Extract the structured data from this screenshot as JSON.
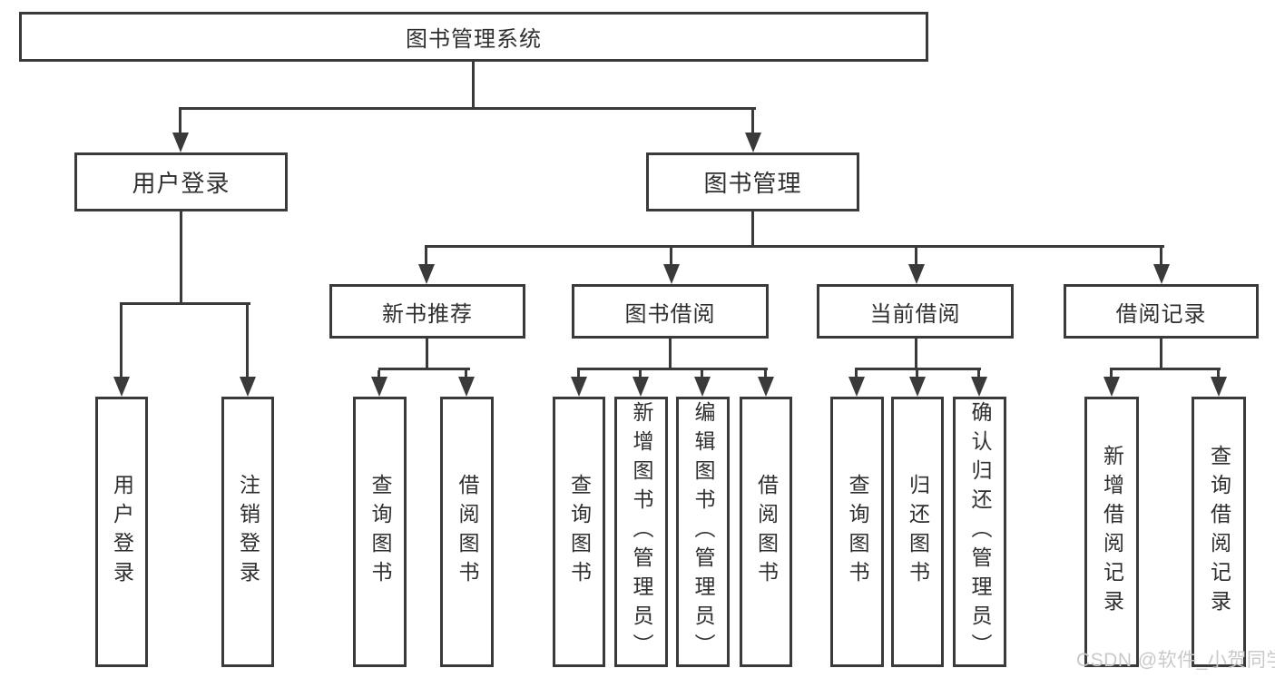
{
  "diagram": {
    "type": "hierarchy-tree",
    "root": {
      "label": "图书管理系统"
    },
    "level2": [
      {
        "label": "用户登录",
        "parent": "图书管理系统"
      },
      {
        "label": "图书管理",
        "parent": "图书管理系统"
      }
    ],
    "level3": [
      {
        "label": "新书推荐",
        "parent": "图书管理"
      },
      {
        "label": "图书借阅",
        "parent": "图书管理"
      },
      {
        "label": "当前借阅",
        "parent": "图书管理"
      },
      {
        "label": "借阅记录",
        "parent": "图书管理"
      }
    ],
    "leaves": [
      {
        "label": "用户登录",
        "parent": "用户登录"
      },
      {
        "label": "注销登录",
        "parent": "用户登录"
      },
      {
        "label": "查询图书",
        "parent": "新书推荐"
      },
      {
        "label": "借阅图书",
        "parent": "新书推荐"
      },
      {
        "label": "查询图书",
        "parent": "图书借阅"
      },
      {
        "label": "新增图书（管理员）",
        "parent": "图书借阅"
      },
      {
        "label": "编辑图书（管理员）",
        "parent": "图书借阅"
      },
      {
        "label": "借阅图书",
        "parent": "图书借阅"
      },
      {
        "label": "查询图书",
        "parent": "当前借阅"
      },
      {
        "label": "归还图书",
        "parent": "当前借阅"
      },
      {
        "label": "确认归还（管理员）",
        "parent": "当前借阅"
      },
      {
        "label": "新增借阅记录",
        "parent": "借阅记录"
      },
      {
        "label": "查询借阅记录",
        "parent": "借阅记录"
      }
    ]
  },
  "watermark": {
    "text": "CSDN @软件_小贺同学"
  },
  "colors": {
    "line": "#3a3a3a",
    "border": "#3a3a3a",
    "text": "#2f2f2f",
    "background": "#ffffff",
    "watermark": "#c9c9c9"
  }
}
